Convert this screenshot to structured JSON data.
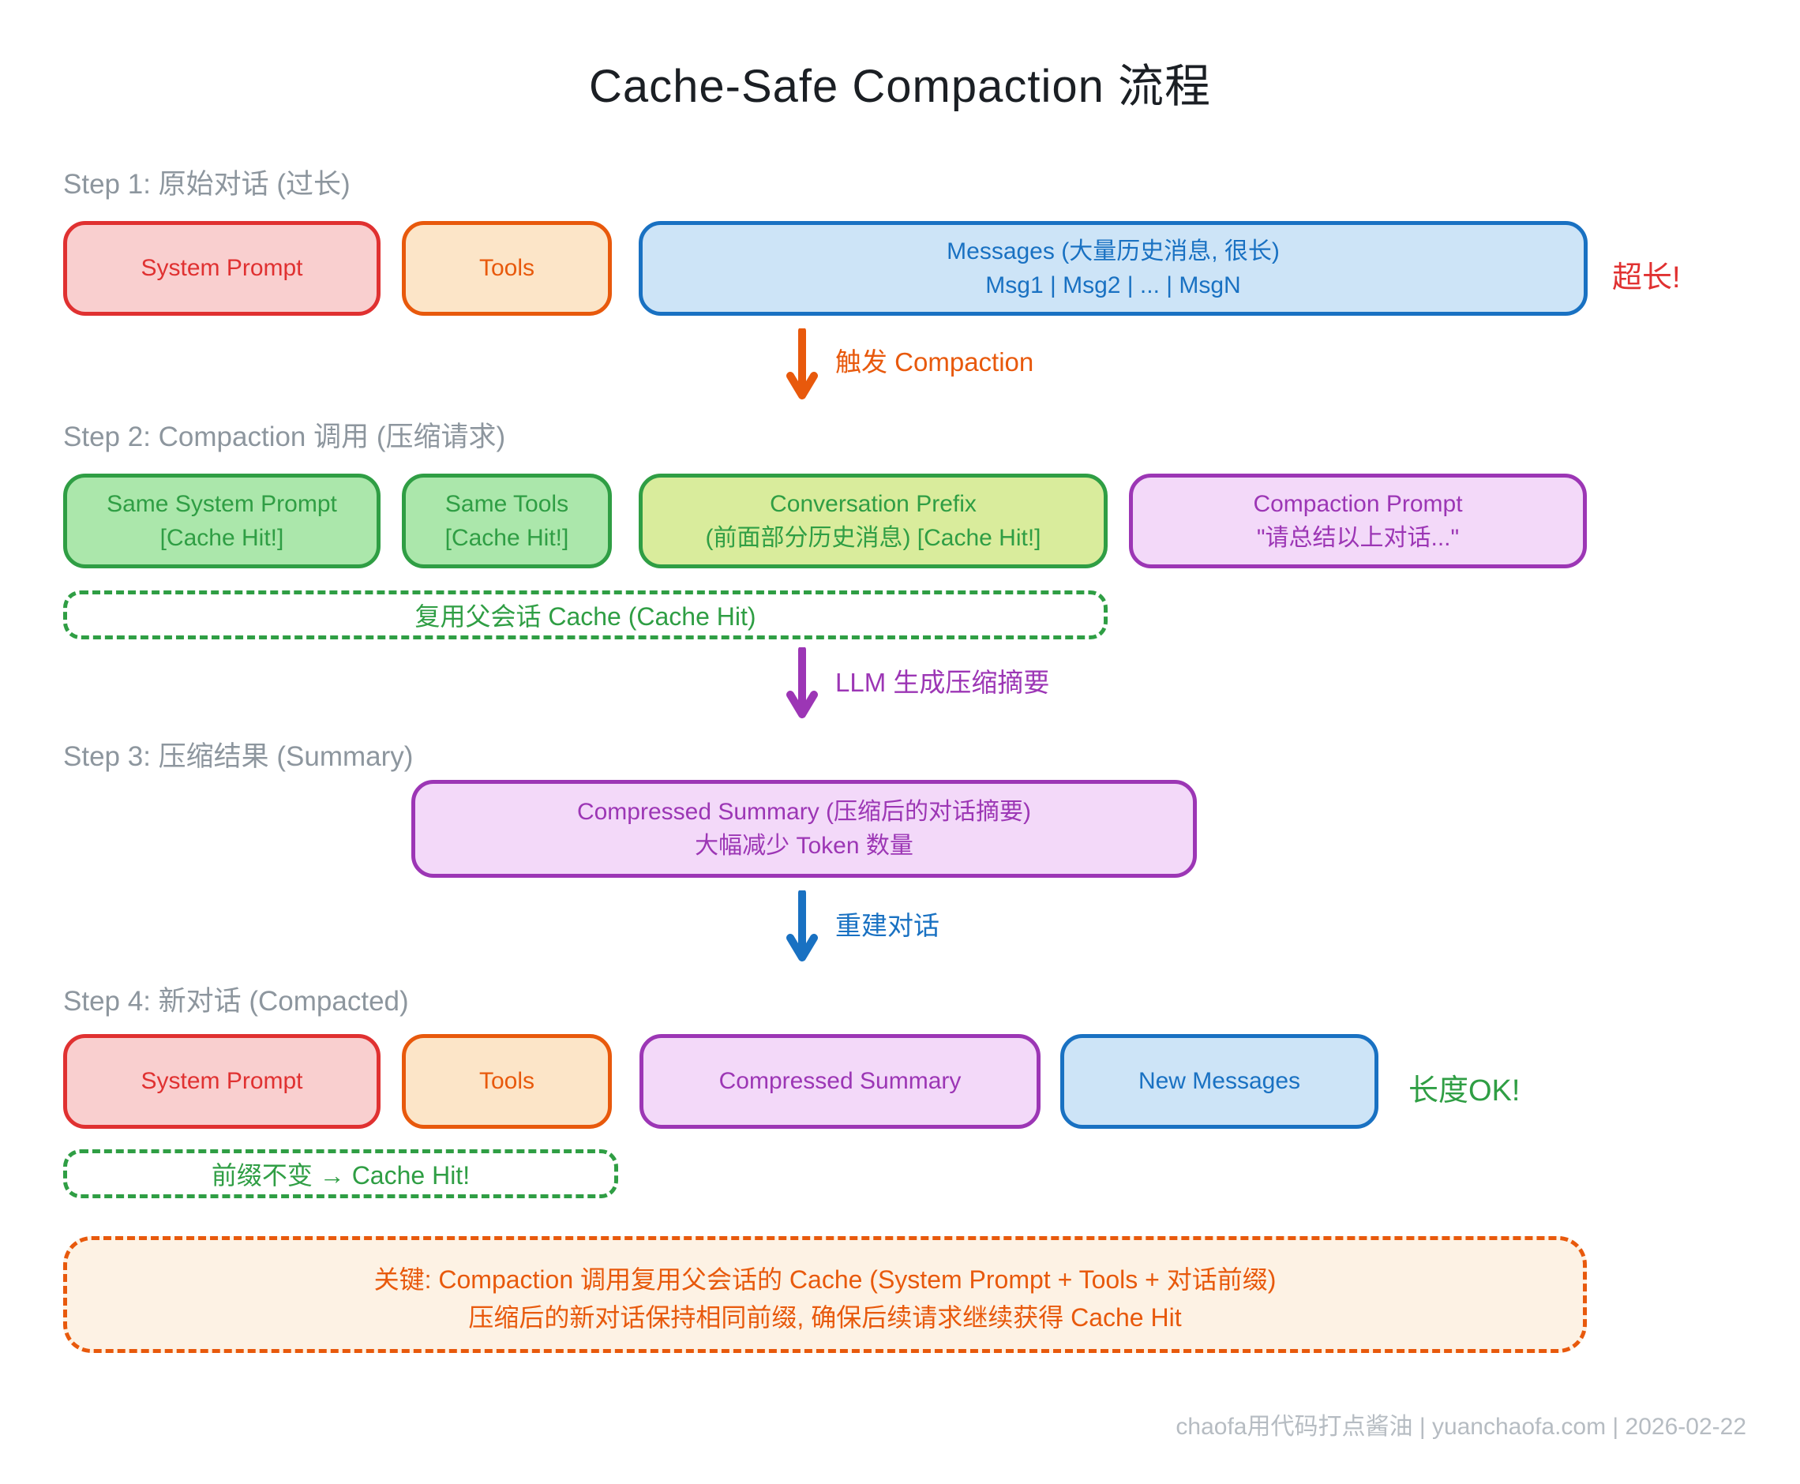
{
  "title": "Cache-Safe Compaction 流程",
  "step1": {
    "label": "Step 1: 原始对话 (过长)",
    "system_prompt": "System Prompt",
    "tools": "Tools",
    "messages_line1": "Messages (大量历史消息, 很长)",
    "messages_line2": "Msg1 | Msg2 | ... | MsgN",
    "side_note": "超长!"
  },
  "arrow1_label": "触发 Compaction",
  "step2": {
    "label": "Step 2: Compaction 调用 (压缩请求)",
    "same_system_prompt_line1": "Same System Prompt",
    "same_system_prompt_line2": "[Cache Hit!]",
    "same_tools_line1": "Same Tools",
    "same_tools_line2": "[Cache Hit!]",
    "conversation_prefix_line1": "Conversation Prefix",
    "conversation_prefix_line2": "(前面部分历史消息) [Cache Hit!]",
    "compaction_prompt_line1": "Compaction Prompt",
    "compaction_prompt_line2": "\"请总结以上对话...\"",
    "cache_note": "复用父会话 Cache (Cache Hit)"
  },
  "arrow2_label": "LLM 生成压缩摘要",
  "step3": {
    "label": "Step 3: 压缩结果 (Summary)",
    "summary_line1": "Compressed Summary (压缩后的对话摘要)",
    "summary_line2": "大幅减少 Token 数量"
  },
  "arrow3_label": "重建对话",
  "step4": {
    "label": "Step 4: 新对话 (Compacted)",
    "system_prompt": "System Prompt",
    "tools": "Tools",
    "compressed_summary": "Compressed Summary",
    "new_messages": "New Messages",
    "side_note": "长度OK!",
    "cache_note": "前缀不变 → Cache Hit!"
  },
  "key_note": {
    "line1": "关键: Compaction 调用复用父会话的 Cache (System Prompt + Tools + 对话前缀)",
    "line2": "压缩后的新对话保持相同前缀, 确保后续请求继续获得 Cache Hit"
  },
  "footer": "chaofa用代码打点酱油 | yuanchaofa.com | 2026-02-22",
  "colors": {
    "red": "#e03131",
    "orange": "#e8590c",
    "blue": "#1971c2",
    "green": "#2f9e44",
    "purple": "#9c36b5",
    "red_fill": "#f9cfcf",
    "orange_fill": "#fce5c8",
    "blue_fill": "#cde4f7",
    "green_fill": "#abe7ab",
    "lime_fill": "#d9ec9c",
    "purple_fill": "#f3d9f9",
    "note_fill": "#fdf2e4",
    "step_label": "#8d969e",
    "footer_text": "#b6bcc2"
  }
}
